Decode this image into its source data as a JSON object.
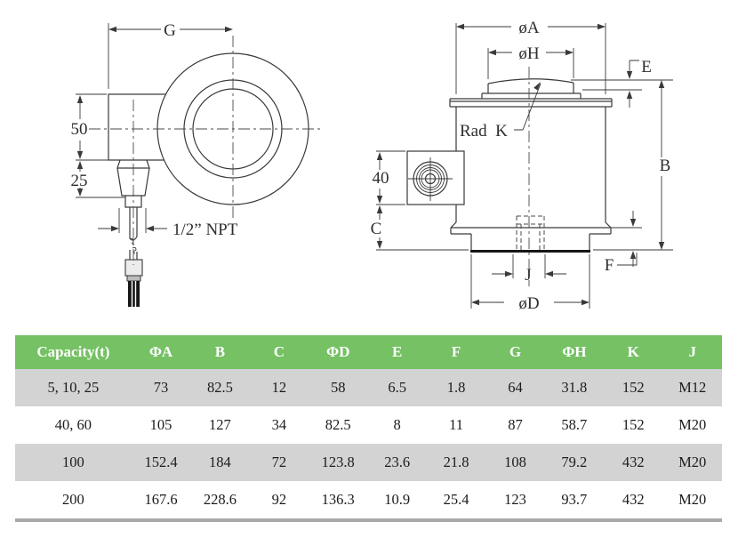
{
  "drawing": {
    "left_view": {
      "labels": {
        "g": "G",
        "h50": "50",
        "h25": "25",
        "npt": "1/2” NPT"
      }
    },
    "right_view": {
      "labels": {
        "phi_a": "øA",
        "phi_h": "øH",
        "e": "E",
        "b": "B",
        "rad_k": "Rad  K",
        "d40": "40",
        "c": "C",
        "j": "J",
        "f": "F",
        "phi_d": "øD"
      }
    }
  },
  "table": {
    "headers": [
      "Capacity(t)",
      "ΦA",
      "B",
      "C",
      "ΦD",
      "E",
      "F",
      "G",
      "ΦH",
      "K",
      "J"
    ],
    "rows": [
      [
        "5, 10, 25",
        "73",
        "82.5",
        "12",
        "58",
        "6.5",
        "1.8",
        "64",
        "31.8",
        "152",
        "M12"
      ],
      [
        "40, 60",
        "105",
        "127",
        "34",
        "82.5",
        "8",
        "11",
        "87",
        "58.7",
        "152",
        "M20"
      ],
      [
        "100",
        "152.4",
        "184",
        "72",
        "123.8",
        "23.6",
        "21.8",
        "108",
        "79.2",
        "432",
        "M20"
      ],
      [
        "200",
        "167.6",
        "228.6",
        "92",
        "136.3",
        "10.9",
        "25.4",
        "123",
        "93.7",
        "432",
        "M20"
      ]
    ]
  },
  "colors": {
    "table_header_bg": "#75c164",
    "table_header_text": "#ffffff",
    "table_alt_row_bg": "#d3d3d3",
    "table_bottom_border": "#a9a9a9",
    "drawing_line": "#3a3a3a"
  }
}
